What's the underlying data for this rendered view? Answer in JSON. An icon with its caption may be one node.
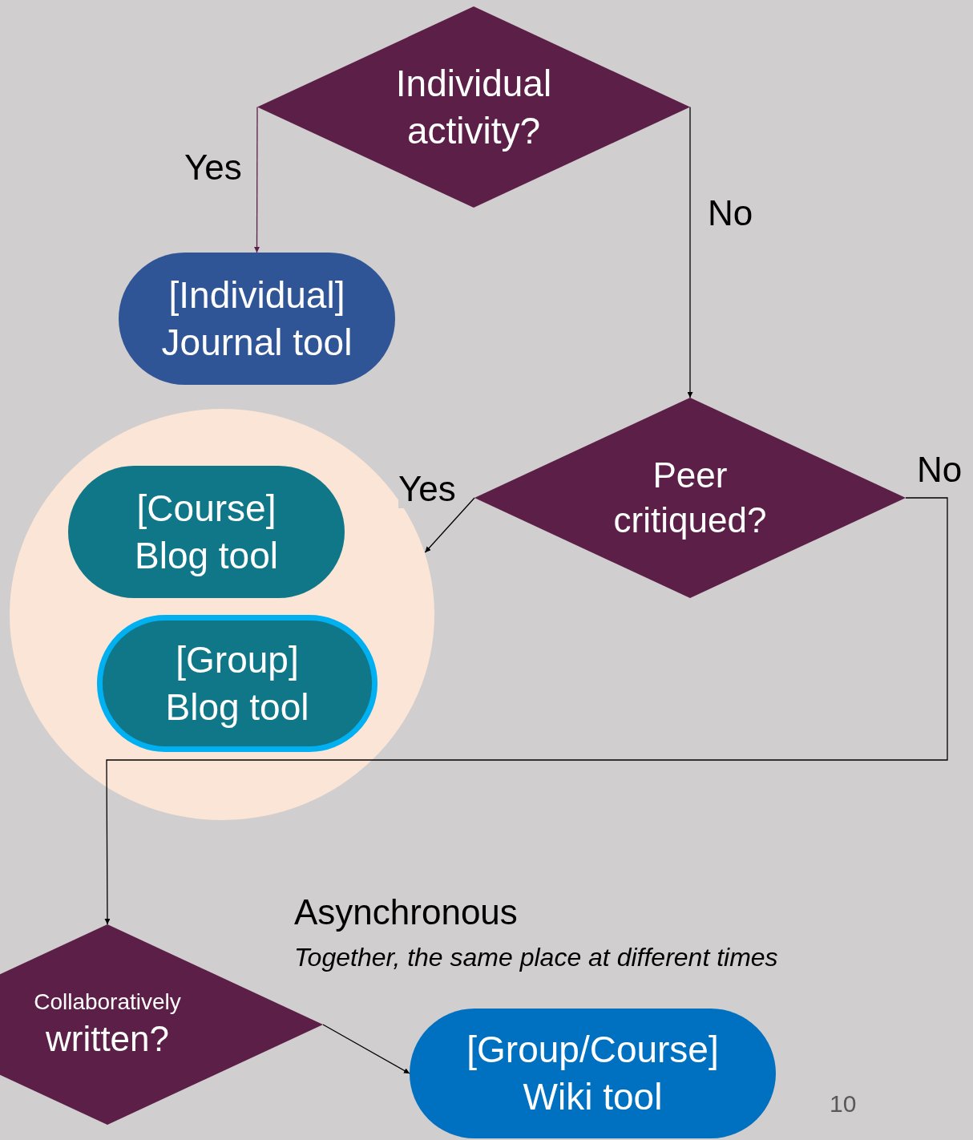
{
  "diagram": {
    "nodes": [
      {
        "text": [
          "Individual activity?"
        ]
      },
      {
        "text": [
          "[Individual] Journal tool"
        ]
      },
      {
        "text": [],
        "shape": "circle"
      },
      {
        "text": [
          "Peer critiqued?"
        ]
      },
      {
        "text": [
          "[Course] Blog tool"
        ],
        "in": 2
      },
      {
        "text": [
          "[Group] Blog tool"
        ],
        "in": 2
      },
      {
        "text": [
          "Collaboratively",
          "written?"
        ]
      },
      {
        "text": [
          "[Group/Course] Wiki tool"
        ]
      }
    ],
    "edges": [
      {
        "from": 0,
        "to": 1,
        "arrow": "to",
        "label": "Yes",
        "color": "#5c1f47"
      },
      {
        "from": 0,
        "to": 3,
        "arrow": "to",
        "label": "No"
      },
      {
        "from": 3,
        "to": 2,
        "arrow": "to",
        "label": "Yes"
      },
      {
        "from": 3,
        "to": 6,
        "arrow": "to",
        "label": "No"
      },
      {
        "from": 6,
        "to": 7,
        "arrow": "to"
      }
    ],
    "labels": [
      "Asynchronous",
      "Together, the same place at different times",
      "10"
    ]
  }
}
